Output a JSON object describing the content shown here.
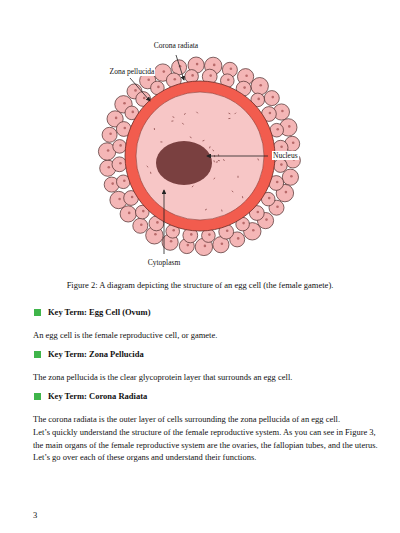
{
  "diagram": {
    "caption": "Figure 2: A diagram depicting the structure of an egg cell (the female gamete).",
    "labels": [
      "Corona radiata",
      "Zona pellucida",
      "Nucleus",
      "Cytoplasm",
      "Key Term: Egg Cell (Ovum)",
      "An egg cell is the female reproductive cell, or gamete.",
      "Key Term: Zona Pellucida",
      "The zona pellucida is the clear glycoprotein layer that surrounds an egg cell.",
      "Key Term: Corona Radiata",
      "The corona radiata is the outer layer of cells surrounding the zona pellucida of an egg cell.",
      "Let’s quickly understand the structure of the female reproductive system. As you can see in Figure 3, the main organs of the female reproductive system are the ovaries, the fallopian tubes, and the uterus. Let’s go over each of these organs and understand their functions.",
      "3"
    ]
  }
}
